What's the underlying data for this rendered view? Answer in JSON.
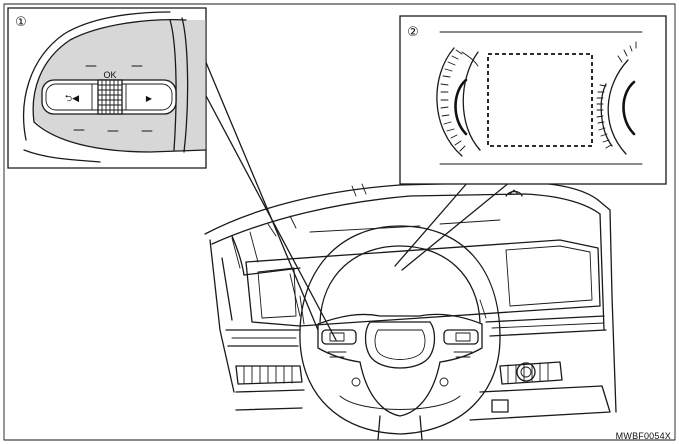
{
  "callouts": {
    "one": "①",
    "two": "②"
  },
  "switch_panel": {
    "ok_label": "OK",
    "back_glyph": "⮌◀",
    "next_glyph": "▶"
  },
  "figure_code": "MWBF0054X",
  "colors": {
    "line": "#1a1a1a",
    "shade": "#d7d7d7",
    "background": "#ffffff"
  }
}
